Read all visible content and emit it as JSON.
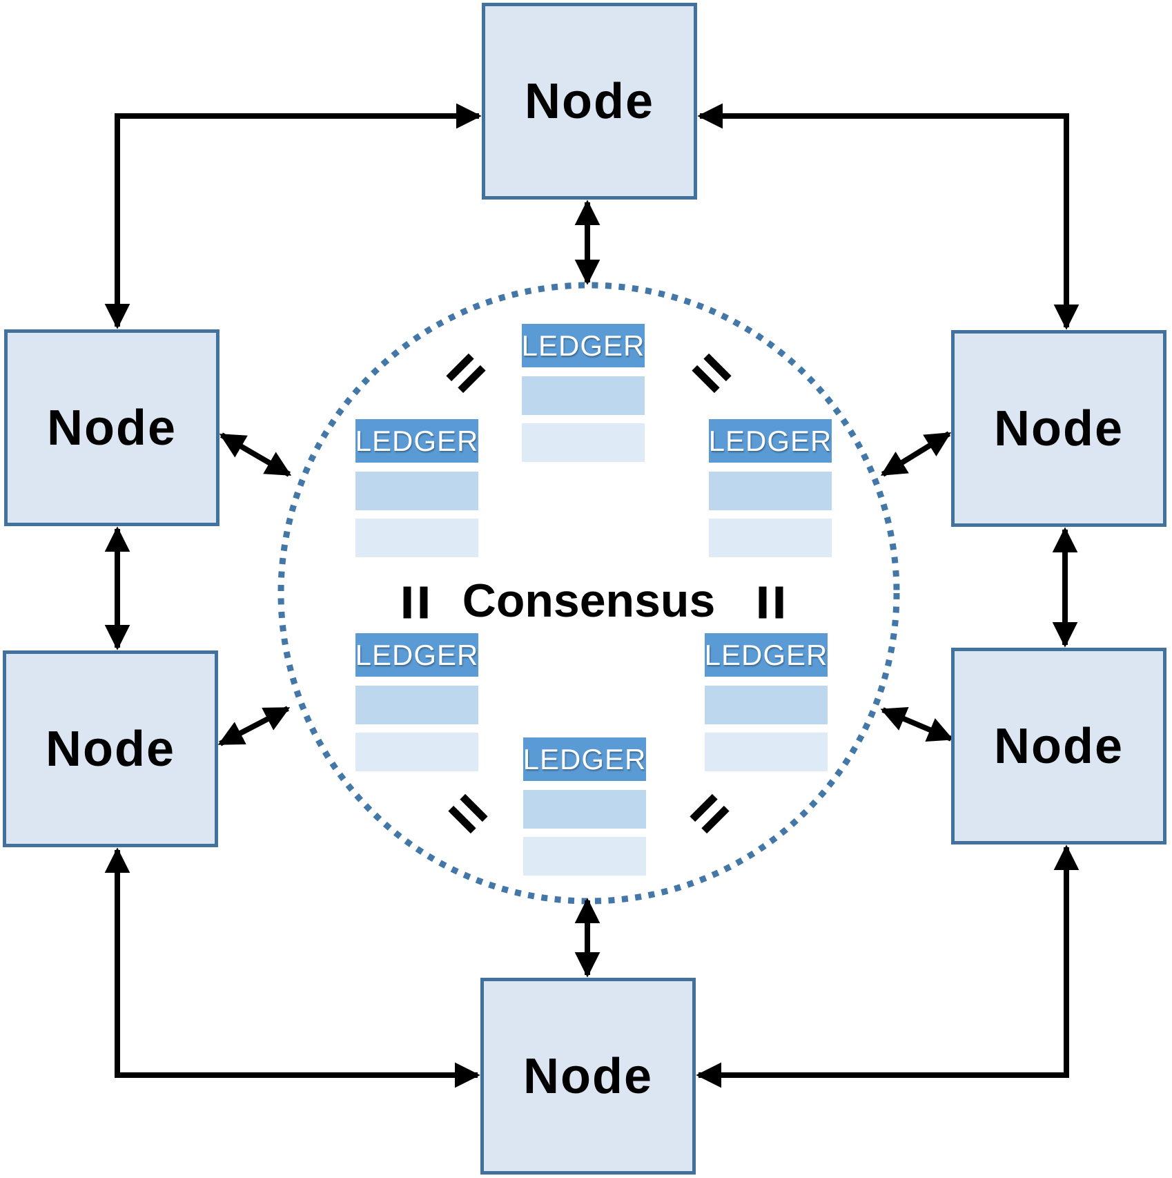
{
  "diagram": {
    "consensus_label": "Consensus"
  },
  "nodes": [
    {
      "position": "top",
      "label": "Node"
    },
    {
      "position": "left-upper",
      "label": "Node"
    },
    {
      "position": "left-lower",
      "label": "Node"
    },
    {
      "position": "right-upper",
      "label": "Node"
    },
    {
      "position": "right-lower",
      "label": "Node"
    },
    {
      "position": "bottom",
      "label": "Node"
    }
  ],
  "ledgers": [
    {
      "position": "top-center",
      "label": "LEDGER"
    },
    {
      "position": "middle-left",
      "label": "LEDGER"
    },
    {
      "position": "middle-right",
      "label": "LEDGER"
    },
    {
      "position": "lower-left",
      "label": "LEDGER"
    },
    {
      "position": "lower-right",
      "label": "LEDGER"
    },
    {
      "position": "bottom-center",
      "label": "LEDGER"
    }
  ],
  "colors": {
    "node_fill": "#dbe6f2",
    "node_border": "#41719c",
    "ledger_header": "#5b9bd5",
    "ledger_row_medium": "#bdd7ee",
    "ledger_row_light": "#deeaf6",
    "dotted_circle": "#4377a8",
    "arrow": "#000000",
    "ledger_text": "#ffffff",
    "label_text": "#000000"
  }
}
